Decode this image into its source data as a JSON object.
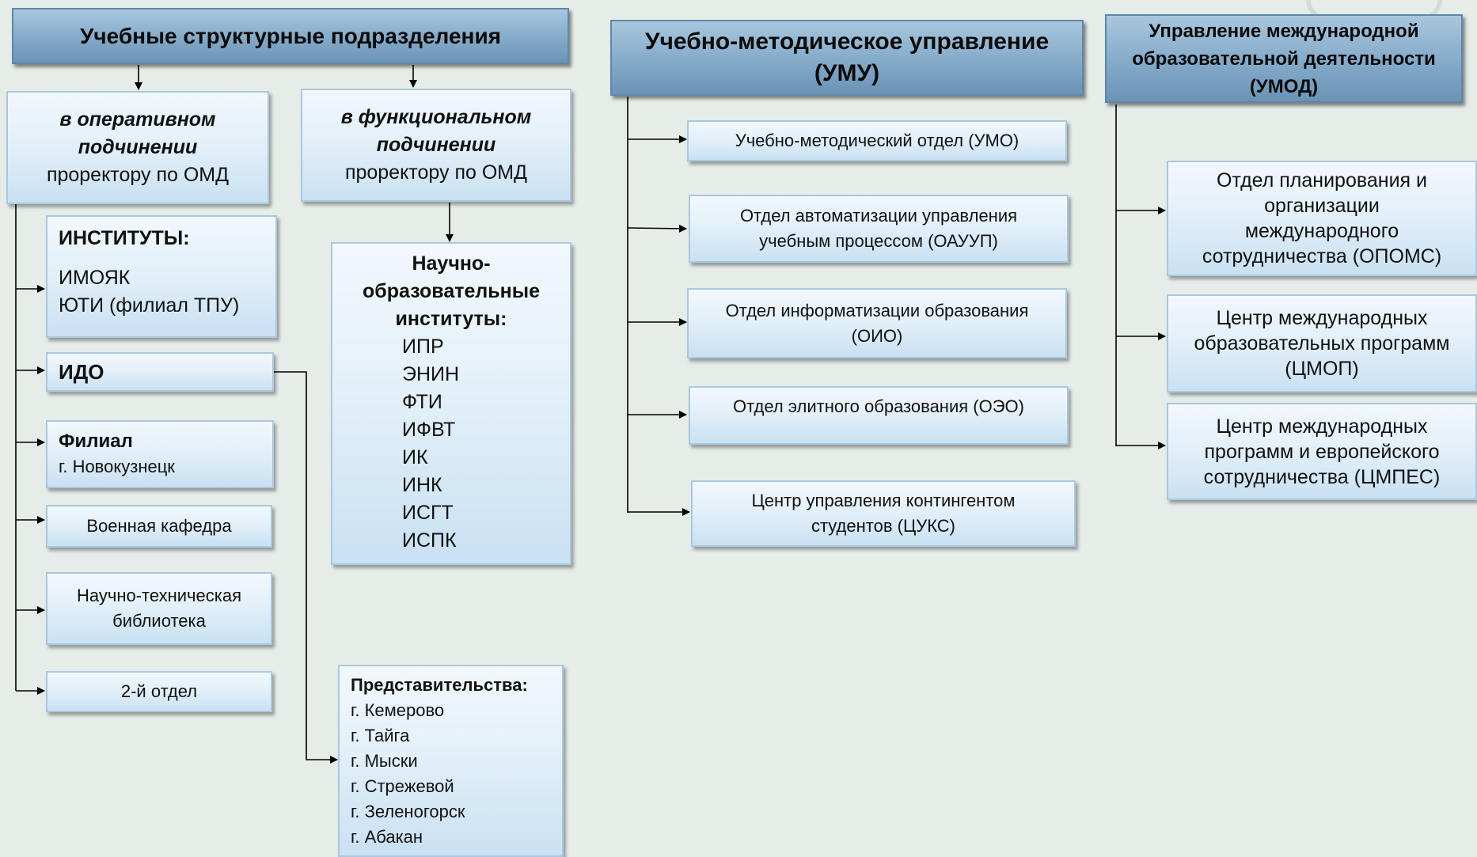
{
  "col1": {
    "title": "Учебные структурные подразделения",
    "operational": {
      "line1": "в оперативном",
      "line2": "подчинении",
      "line3": "проректору по ОМД"
    },
    "functional": {
      "line1": "в функциональном",
      "line2": "подчинении",
      "line3": "проректору по ОМД"
    },
    "institutes": {
      "title": "ИНСТИТУТЫ:",
      "items": [
        "ИМОЯК",
        "ЮТИ (филиал ТПУ)"
      ]
    },
    "ido": "ИДО",
    "branch": {
      "title": "Филиал",
      "city": "г. Новокузнецк"
    },
    "military": "Военная кафедра",
    "library": {
      "line1": "Научно-техническая",
      "line2": "библиотека"
    },
    "second_dept": "2-й отдел",
    "research_institutes": {
      "line1": "Научно-",
      "line2": "образовательные",
      "line3": "институты:",
      "items": [
        "ИПР",
        "ЭНИН",
        "ФТИ",
        "ИФВТ",
        "ИК",
        "ИНК",
        "ИСГТ",
        "ИСПК"
      ]
    },
    "representations": {
      "title": "Представительства:",
      "items": [
        "г. Кемерово",
        "г. Тайга",
        "г. Мыски",
        "г. Стрежевой",
        "г. Зеленогорск",
        "г. Абакан"
      ]
    }
  },
  "umu": {
    "title_line1": "Учебно-методическое управление",
    "title_line2": "(УМУ)",
    "depts": [
      {
        "line1": "Учебно-методический отдел (УМО)",
        "line2": ""
      },
      {
        "line1": "Отдел автоматизации  управления",
        "line2": "учебным процессом (ОАУУП)"
      },
      {
        "line1": "Отдел информатизации образования",
        "line2": "(ОИО)"
      },
      {
        "line1": "Отдел элитного образования (ОЭО)",
        "line2": ""
      },
      {
        "line1": "Центр  управления контингентом",
        "line2": "студентов (ЦУКС)"
      }
    ]
  },
  "umod": {
    "title_line1": "Управление международной",
    "title_line2": "образовательной деятельности",
    "title_line3": "(УМОД)",
    "depts": [
      {
        "lines": [
          "Отдел планирования и",
          "организации",
          "международного",
          "сотрудничества (ОПОМС)"
        ]
      },
      {
        "lines": [
          "Центр международных",
          "образовательных программ",
          "(ЦМОП)"
        ]
      },
      {
        "lines": [
          "Центр международных",
          "программ и европейского",
          "сотрудничества (ЦМПЕС)"
        ]
      }
    ]
  }
}
